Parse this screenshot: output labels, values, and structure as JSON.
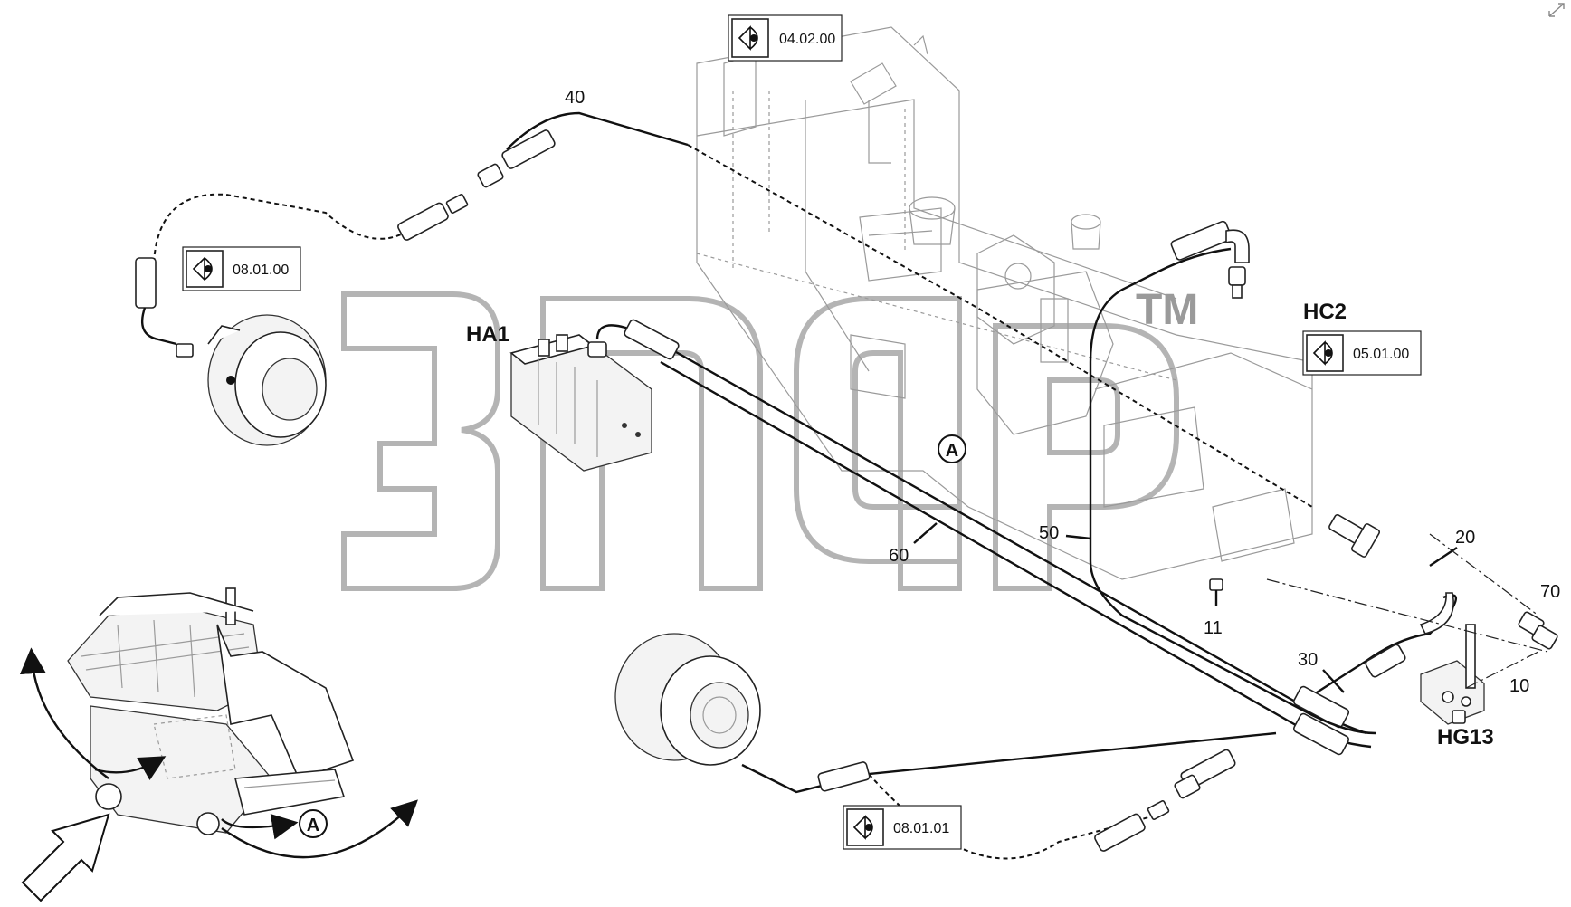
{
  "views": [
    {
      "id": "view-1",
      "label": "04.02.00"
    },
    {
      "id": "view-2",
      "label": "08.01.00"
    },
    {
      "id": "view-3",
      "label": "05.01.00"
    },
    {
      "id": "view-4",
      "label": "08.01.01"
    }
  ],
  "zones": {
    "ha1": "HA1",
    "hc2": "HC2",
    "hg13": "HG13"
  },
  "callouts": {
    "c40": "40",
    "c60": "60",
    "c50": "50",
    "c20": "20",
    "c70": "70",
    "c11": "11",
    "c30": "30",
    "c10": "10"
  },
  "detail_marker": "A",
  "watermark": {
    "tm": "TM"
  },
  "icons": {
    "view": "eye-icon",
    "arrow": "arrow-icon"
  },
  "colors": {
    "line": "#111111",
    "ghost": "#9a9a9a",
    "watermark": "#b4b4b4"
  }
}
